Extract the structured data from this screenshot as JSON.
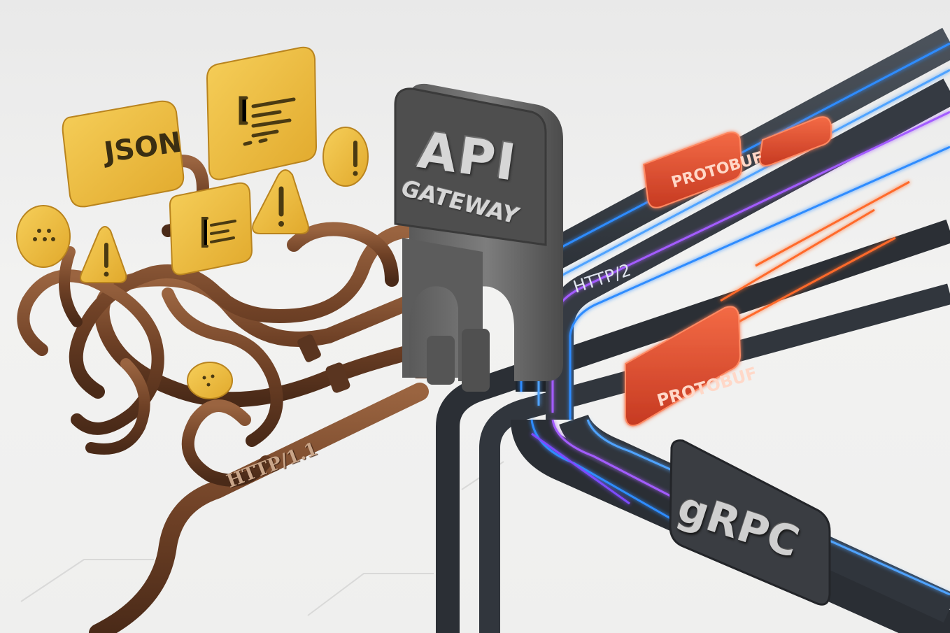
{
  "scene": {
    "labels": {
      "json_block": "JSON",
      "gateway_title": "API",
      "gateway_subtitle": "GATEWAY",
      "legacy_pipe": "HTTP/1.1",
      "modern_lane": "HTTP/2",
      "packet_upper": "PROTOBUF",
      "packet_lower": "PROTOBUF",
      "grpc_sign": "gRPC"
    },
    "icons": [
      "json-block-icon",
      "code-block-icon",
      "warning-triangle-icon",
      "warning-circle-icon",
      "dots-circle-icon"
    ],
    "colors": {
      "background": "#ececeb",
      "rust_pipe": "#7a4a2c",
      "yellow_block": "#e9b535",
      "gateway_metal": "#6e6e6e",
      "dark_pipe": "#2e3238",
      "neon_blue": "#2f8cff",
      "neon_purple": "#a35cff",
      "neon_orange": "#ff6a2b",
      "protobuf_red": "#e2482b"
    }
  }
}
